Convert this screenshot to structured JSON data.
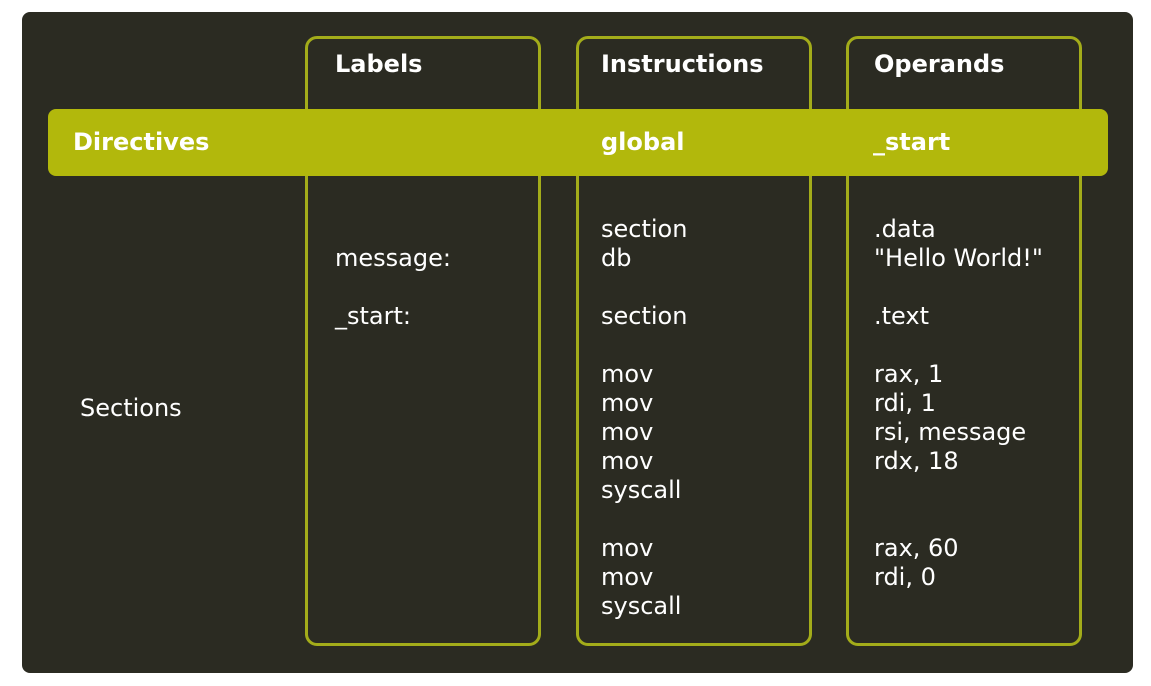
{
  "columns": {
    "labels": {
      "header": "Labels",
      "lines": [
        "",
        "message:",
        "",
        "_start:"
      ]
    },
    "instructions": {
      "header": "Instructions",
      "lines": [
        "section",
        "db",
        "",
        "section",
        "",
        "mov",
        "mov",
        "mov",
        "mov",
        "syscall",
        "",
        "mov",
        "mov",
        "syscall"
      ]
    },
    "operands": {
      "header": "Operands",
      "lines": [
        ".data",
        "\"Hello World!\"",
        "",
        ".text",
        "",
        "rax, 1",
        "rdi, 1",
        "rsi, message",
        "rdx, 18",
        "",
        "",
        "rax, 60",
        "rdi, 0"
      ]
    }
  },
  "directives": {
    "label": "Directives",
    "instruction": "global",
    "operand": "_start"
  },
  "sections_label": "Sections",
  "colors": {
    "background": "#2b2b22",
    "accent": "#b2b80c",
    "border": "#a3ac1a",
    "text": "#ffffff"
  }
}
